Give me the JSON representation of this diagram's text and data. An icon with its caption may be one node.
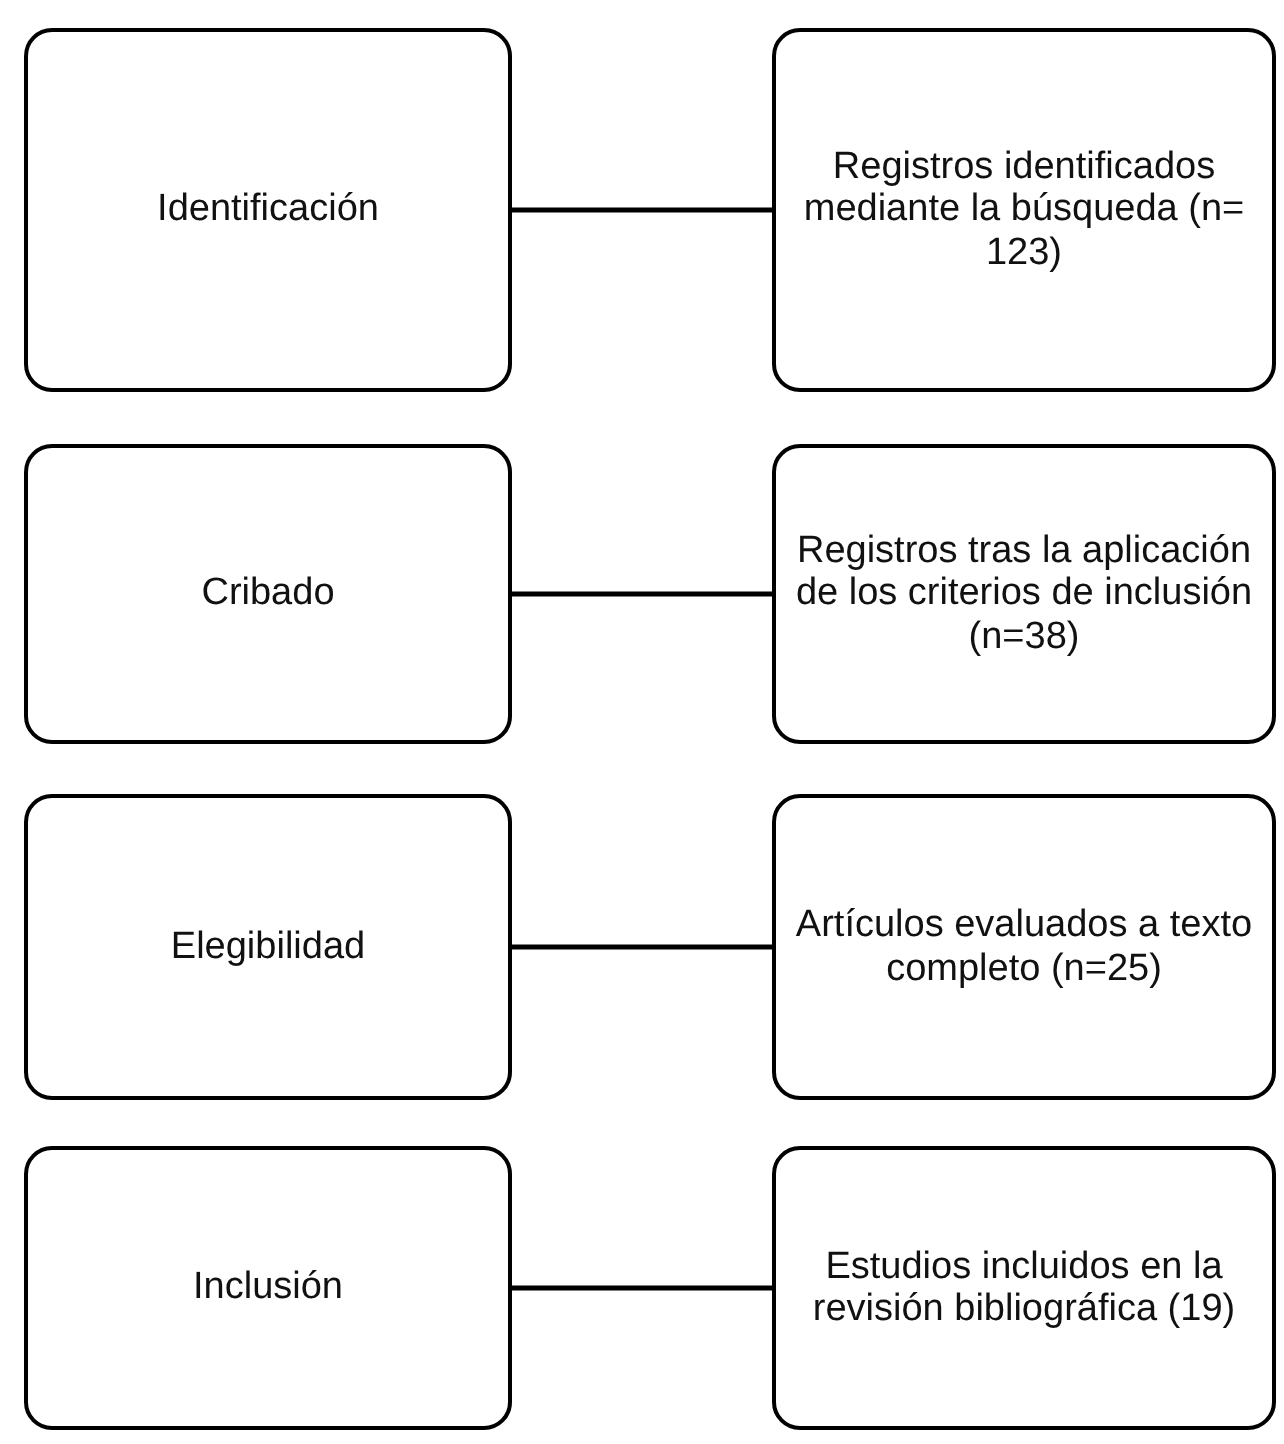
{
  "diagram": {
    "nodes": [
      {
        "text": [
          "Identificación"
        ]
      },
      {
        "text": [
          "Registros identificados mediante la búsqueda (n= 123)"
        ]
      },
      {
        "text": [
          "Cribado"
        ]
      },
      {
        "text": [
          "Registros tras la aplicación de los criterios de inclusión (n=38)"
        ]
      },
      {
        "text": [
          "Elegibilidad"
        ]
      },
      {
        "text": [
          "Artículos evaluados a texto completo (n=25)"
        ]
      },
      {
        "text": [
          "Inclusión"
        ]
      },
      {
        "text": [
          "Estudios incluidos en la revisión bibliográfica (19)"
        ]
      }
    ],
    "edges": [
      {
        "from": 0,
        "to": 1,
        "arrow": "none"
      },
      {
        "from": 2,
        "to": 3,
        "arrow": "none"
      },
      {
        "from": 4,
        "to": 5,
        "arrow": "none"
      },
      {
        "from": 6,
        "to": 7,
        "arrow": "none"
      }
    ]
  }
}
